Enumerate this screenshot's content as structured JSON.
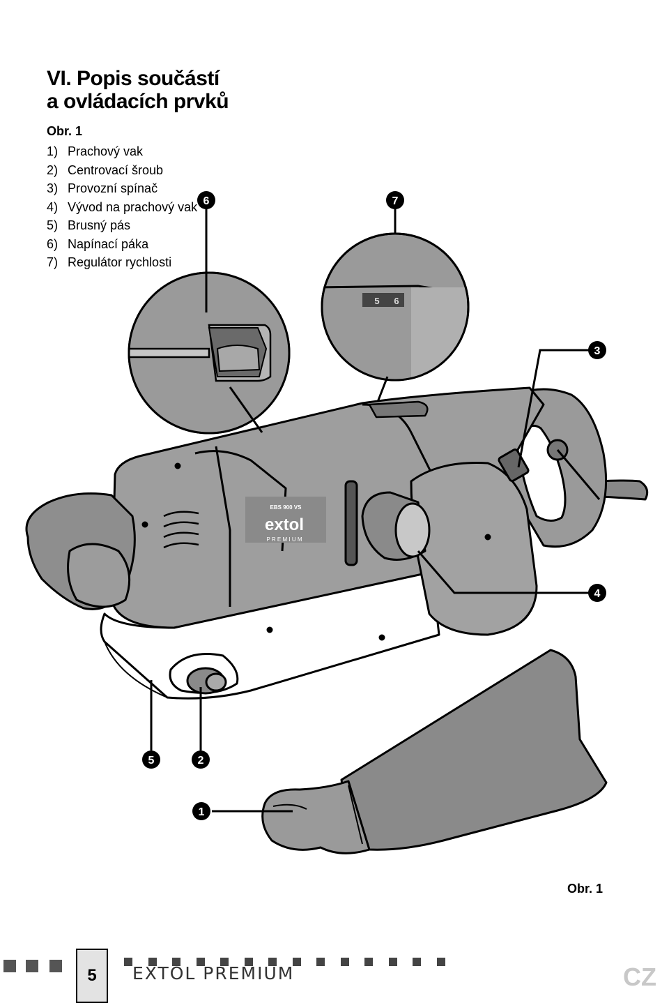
{
  "section": {
    "title_line1": "VI. Popis součástí",
    "title_line2": "a ovládacích prvků"
  },
  "figure": {
    "label": "Obr. 1",
    "parts": [
      {
        "num": "1)",
        "text": "Prachový vak"
      },
      {
        "num": "2)",
        "text": "Centrovací šroub"
      },
      {
        "num": "3)",
        "text": "Provozní spínač"
      },
      {
        "num": "4)",
        "text": "Vývod na prachový vak"
      },
      {
        "num": "5)",
        "text": "Brusný pás"
      },
      {
        "num": "6)",
        "text": "Napínací páka"
      },
      {
        "num": "7)",
        "text": "Regulátor rychlosti"
      }
    ],
    "callouts": [
      "1",
      "2",
      "3",
      "4",
      "5",
      "6",
      "7"
    ],
    "device_model": "EBS 900 VS",
    "device_brand": "extol",
    "device_subbrand": "P R E M I U M",
    "dial_marks": [
      "5",
      "6"
    ]
  },
  "footer": {
    "page_number": "5",
    "brand": "EXTOL PREMIUM",
    "language": "CZ"
  }
}
